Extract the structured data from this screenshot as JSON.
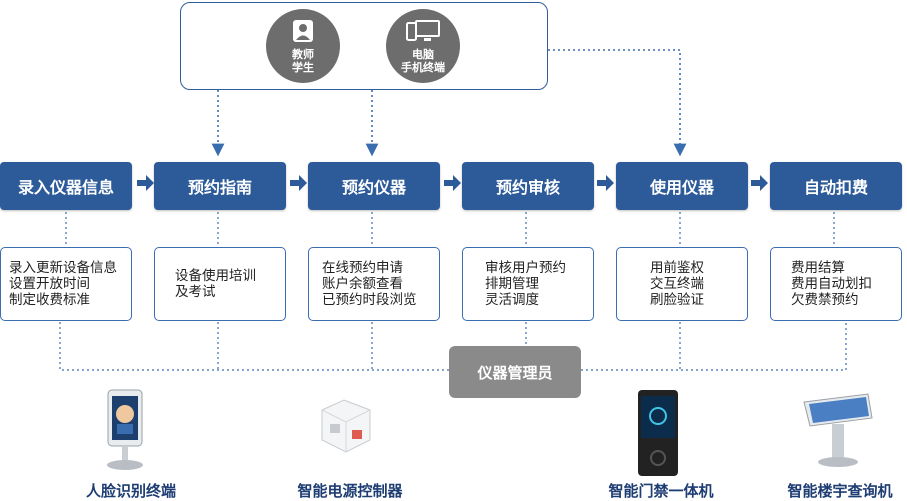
{
  "user_panel": {
    "roles": [
      {
        "icon": "person-icon",
        "lines": [
          "教师",
          "学生"
        ]
      },
      {
        "icon": "computer-phone-icon",
        "lines": [
          "电脑",
          "手机终端"
        ]
      }
    ]
  },
  "steps": [
    {
      "label": "录入仪器信息",
      "details": [
        "录入更新设备信息",
        "设置开放时间",
        "制定收费标准"
      ]
    },
    {
      "label": "预约指南",
      "details": [
        "设备使用培训",
        "及考试"
      ]
    },
    {
      "label": "预约仪器",
      "details": [
        "在线预约申请",
        "账户余额查看",
        "已预约时段浏览"
      ]
    },
    {
      "label": "预约审核",
      "details": [
        "审核用户预约",
        "排期管理",
        "灵活调度"
      ]
    },
    {
      "label": "使用仪器",
      "details": [
        "用前鉴权",
        "交互终端",
        "刷脸验证"
      ]
    },
    {
      "label": "自动扣费",
      "details": [
        "费用结算",
        "费用自动划扣",
        "欠费禁预约"
      ]
    }
  ],
  "admin": {
    "label": "仪器管理员"
  },
  "devices": [
    {
      "label": "人脸识别终端",
      "icon": "face-recognition-terminal-icon"
    },
    {
      "label": "智能电源控制器",
      "icon": "power-controller-icon"
    },
    {
      "label": "智能门禁一体机",
      "icon": "access-control-terminal-icon"
    },
    {
      "label": "智能楼宇查询机",
      "icon": "building-kiosk-icon"
    }
  ],
  "colors": {
    "primary": "#2d5b9a",
    "border": "#3a6db0",
    "admin": "#8a8a8a",
    "label": "#1e3d73"
  }
}
